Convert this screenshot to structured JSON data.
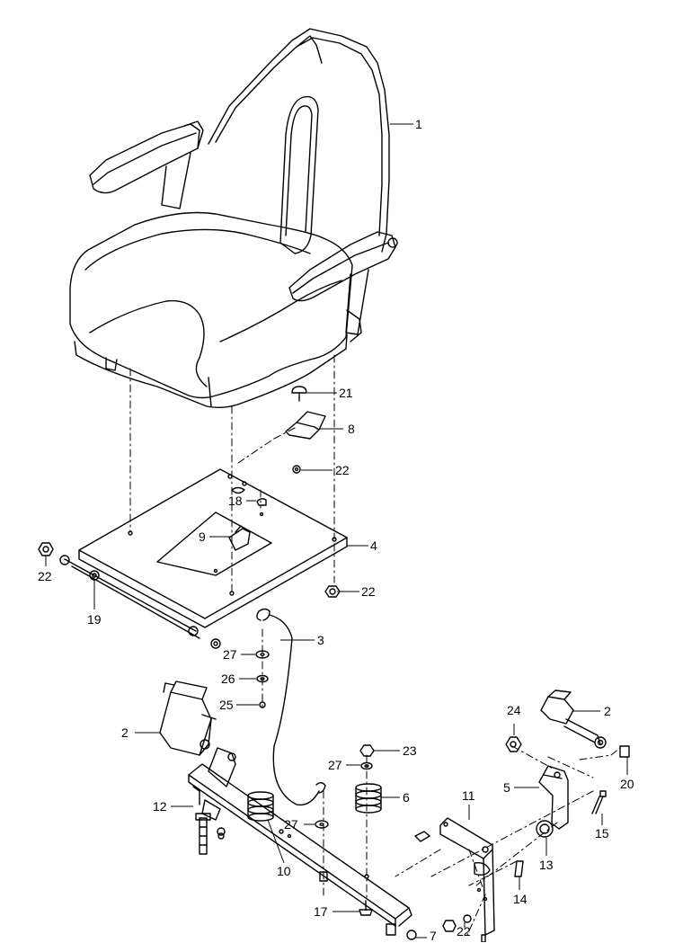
{
  "callouts": {
    "c1": "1",
    "c21": "21",
    "c8": "8",
    "c22a": "22",
    "c18": "18",
    "c9": "9",
    "c4": "4",
    "c22b": "22",
    "c22c": "22",
    "c19": "19",
    "c3": "3",
    "c27a": "27",
    "c26": "26",
    "c25": "25",
    "c2a": "2",
    "c24": "24",
    "c2b": "2",
    "c23": "23",
    "c27b": "27",
    "c6": "6",
    "c11": "11",
    "c5": "5",
    "c20": "20",
    "c12": "12",
    "c27c": "27",
    "c15": "15",
    "c13": "13",
    "c10": "10",
    "c14": "14",
    "c17": "17",
    "c22d": "22",
    "c7": "7"
  }
}
